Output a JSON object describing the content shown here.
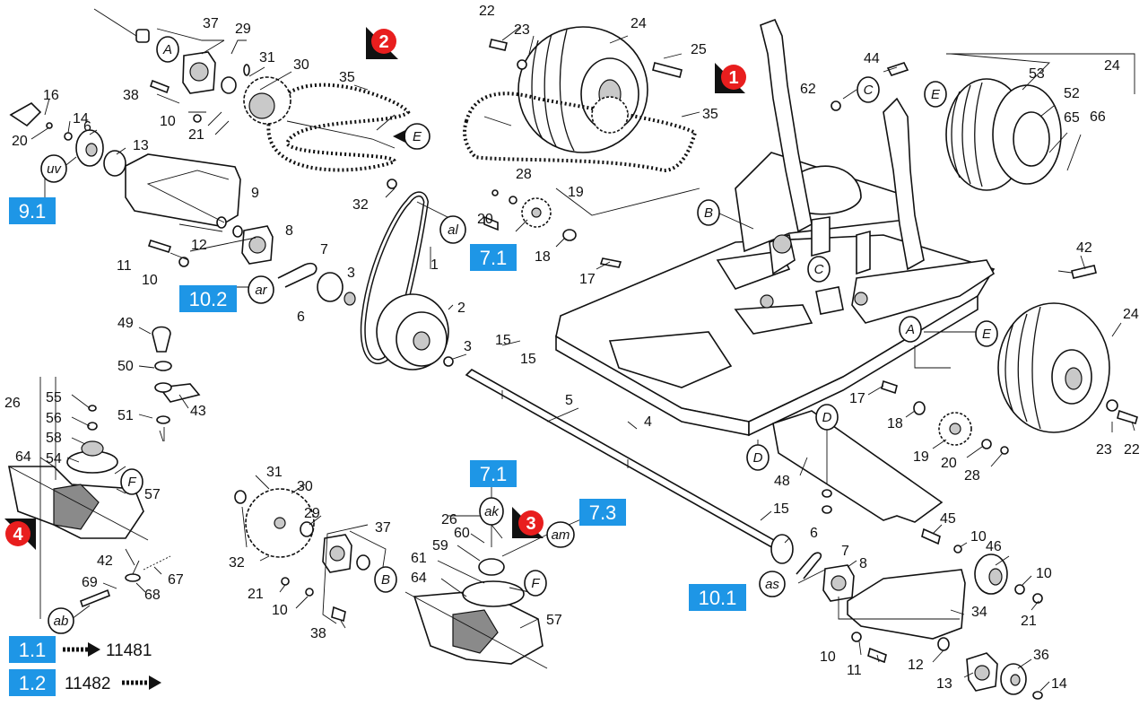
{
  "parts": [
    {
      "key": "p1",
      "text": "1"
    },
    {
      "key": "p2",
      "text": "2"
    },
    {
      "key": "p3a",
      "text": "3"
    },
    {
      "key": "p3b",
      "text": "3"
    },
    {
      "key": "p4",
      "text": "4"
    },
    {
      "key": "p5",
      "text": "5"
    },
    {
      "key": "p6a",
      "text": "6"
    },
    {
      "key": "p6b",
      "text": "6"
    },
    {
      "key": "p6c",
      "text": "6"
    },
    {
      "key": "p7a",
      "text": "7"
    },
    {
      "key": "p7b",
      "text": "7"
    },
    {
      "key": "p8a",
      "text": "8"
    },
    {
      "key": "p8b",
      "text": "8"
    },
    {
      "key": "p9",
      "text": "9"
    },
    {
      "key": "p10a",
      "text": "10"
    },
    {
      "key": "p10b",
      "text": "10"
    },
    {
      "key": "p10c",
      "text": "10"
    },
    {
      "key": "p10d",
      "text": "10"
    },
    {
      "key": "p10e",
      "text": "10"
    },
    {
      "key": "p10f",
      "text": "10"
    },
    {
      "key": "p11a",
      "text": "11"
    },
    {
      "key": "p11b",
      "text": "11"
    },
    {
      "key": "p12a",
      "text": "12"
    },
    {
      "key": "p12b",
      "text": "12"
    },
    {
      "key": "p13a",
      "text": "13"
    },
    {
      "key": "p13b",
      "text": "13"
    },
    {
      "key": "p14a",
      "text": "14"
    },
    {
      "key": "p14b",
      "text": "14"
    },
    {
      "key": "p15a",
      "text": "15"
    },
    {
      "key": "p15b",
      "text": "15"
    },
    {
      "key": "p15c",
      "text": "15"
    },
    {
      "key": "p16",
      "text": "16"
    },
    {
      "key": "p17a",
      "text": "17"
    },
    {
      "key": "p17b",
      "text": "17"
    },
    {
      "key": "p18a",
      "text": "18"
    },
    {
      "key": "p18b",
      "text": "18"
    },
    {
      "key": "p19a",
      "text": "19"
    },
    {
      "key": "p19b",
      "text": "19"
    },
    {
      "key": "p20a",
      "text": "20"
    },
    {
      "key": "p20b",
      "text": "20"
    },
    {
      "key": "p20c",
      "text": "20"
    },
    {
      "key": "p21a",
      "text": "21"
    },
    {
      "key": "p21b",
      "text": "21"
    },
    {
      "key": "p21c",
      "text": "21"
    },
    {
      "key": "p22a",
      "text": "22"
    },
    {
      "key": "p22b",
      "text": "22"
    },
    {
      "key": "p23a",
      "text": "23"
    },
    {
      "key": "p23b",
      "text": "23"
    },
    {
      "key": "p24a",
      "text": "24"
    },
    {
      "key": "p24b",
      "text": "24"
    },
    {
      "key": "p24c",
      "text": "24"
    },
    {
      "key": "p25",
      "text": "25"
    },
    {
      "key": "p26a",
      "text": "26"
    },
    {
      "key": "p26b",
      "text": "26"
    },
    {
      "key": "p28a",
      "text": "28"
    },
    {
      "key": "p28b",
      "text": "28"
    },
    {
      "key": "p29a",
      "text": "29"
    },
    {
      "key": "p29b",
      "text": "29"
    },
    {
      "key": "p30a",
      "text": "30"
    },
    {
      "key": "p30b",
      "text": "30"
    },
    {
      "key": "p31a",
      "text": "31"
    },
    {
      "key": "p31b",
      "text": "31"
    },
    {
      "key": "p32a",
      "text": "32"
    },
    {
      "key": "p32b",
      "text": "32"
    },
    {
      "key": "p34",
      "text": "34"
    },
    {
      "key": "p35a",
      "text": "35"
    },
    {
      "key": "p35b",
      "text": "35"
    },
    {
      "key": "p36",
      "text": "36"
    },
    {
      "key": "p37a",
      "text": "37"
    },
    {
      "key": "p37b",
      "text": "37"
    },
    {
      "key": "p38a",
      "text": "38"
    },
    {
      "key": "p38b",
      "text": "38"
    },
    {
      "key": "p42a",
      "text": "42"
    },
    {
      "key": "p42b",
      "text": "42"
    },
    {
      "key": "p43",
      "text": "43"
    },
    {
      "key": "p44",
      "text": "44"
    },
    {
      "key": "p45",
      "text": "45"
    },
    {
      "key": "p46",
      "text": "46"
    },
    {
      "key": "p48",
      "text": "48"
    },
    {
      "key": "p49",
      "text": "49"
    },
    {
      "key": "p50",
      "text": "50"
    },
    {
      "key": "p51",
      "text": "51"
    },
    {
      "key": "p52",
      "text": "52"
    },
    {
      "key": "p53",
      "text": "53"
    },
    {
      "key": "p54a",
      "text": "54"
    },
    {
      "key": "p55",
      "text": "55"
    },
    {
      "key": "p56",
      "text": "56"
    },
    {
      "key": "p57a",
      "text": "57"
    },
    {
      "key": "p57b",
      "text": "57"
    },
    {
      "key": "p58",
      "text": "58"
    },
    {
      "key": "p59",
      "text": "59"
    },
    {
      "key": "p60",
      "text": "60"
    },
    {
      "key": "p61",
      "text": "61"
    },
    {
      "key": "p62",
      "text": "62"
    },
    {
      "key": "p64a",
      "text": "64"
    },
    {
      "key": "p64b",
      "text": "64"
    },
    {
      "key": "p65",
      "text": "65"
    },
    {
      "key": "p66",
      "text": "66"
    },
    {
      "key": "p67",
      "text": "67"
    },
    {
      "key": "p68",
      "text": "68"
    },
    {
      "key": "p69",
      "text": "69"
    }
  ],
  "callouts": [
    {
      "key": "cA1",
      "text": "A"
    },
    {
      "key": "cA2",
      "text": "A"
    },
    {
      "key": "cB1",
      "text": "B"
    },
    {
      "key": "cB2",
      "text": "B"
    },
    {
      "key": "cC1",
      "text": "C"
    },
    {
      "key": "cC2",
      "text": "C"
    },
    {
      "key": "cD1",
      "text": "D"
    },
    {
      "key": "cD2",
      "text": "D"
    },
    {
      "key": "cE1",
      "text": "E"
    },
    {
      "key": "cE2",
      "text": "E"
    },
    {
      "key": "cE3",
      "text": "E"
    },
    {
      "key": "cF1",
      "text": "F"
    },
    {
      "key": "cF2",
      "text": "F"
    },
    {
      "key": "cuv",
      "text": "uv"
    },
    {
      "key": "cal",
      "text": "al"
    },
    {
      "key": "car",
      "text": "ar"
    },
    {
      "key": "cak",
      "text": "ak"
    },
    {
      "key": "cam",
      "text": "am"
    },
    {
      "key": "cas",
      "text": "as"
    },
    {
      "key": "cab",
      "text": "ab"
    }
  ],
  "refs": [
    {
      "key": "r91",
      "text": "9.1"
    },
    {
      "key": "r71a",
      "text": "7.1"
    },
    {
      "key": "r102",
      "text": "10.2"
    },
    {
      "key": "r71b",
      "text": "7.1"
    },
    {
      "key": "r73",
      "text": "7.3"
    },
    {
      "key": "r101",
      "text": "10.1"
    },
    {
      "key": "r11",
      "text": "1.1"
    },
    {
      "key": "r12",
      "text": "1.2"
    }
  ],
  "steps": [
    {
      "key": "s1",
      "text": "1"
    },
    {
      "key": "s2",
      "text": "2"
    },
    {
      "key": "s3",
      "text": "3"
    },
    {
      "key": "s4",
      "text": "4"
    }
  ],
  "serials": {
    "next": "11481",
    "prev": "11482"
  },
  "colors": {
    "ref_box": "#1e96e6",
    "step_marker": "#e81e1e",
    "ink": "#111111"
  }
}
